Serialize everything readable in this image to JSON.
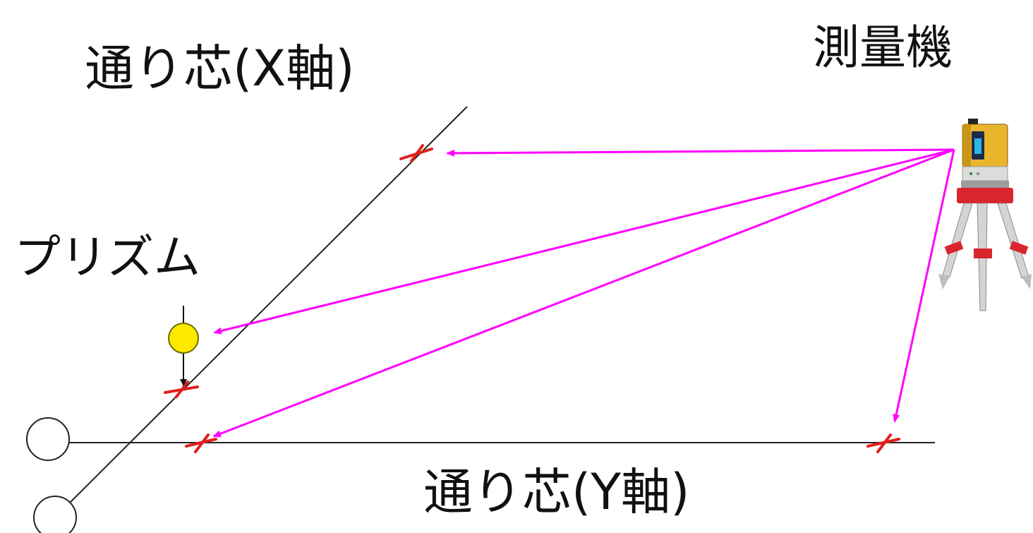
{
  "labels": {
    "x_axis": "通り芯(X軸)",
    "y_axis": "通り芯(Y軸)",
    "instrument": "測量機",
    "prism": "プリズム"
  },
  "colors": {
    "sight_lines": "#ff00ff",
    "marks": "#e0201c",
    "grid_lines": "#222222",
    "prism": "#ffe800",
    "tripod_red": "#d9262c",
    "instrument_body": "#e9b52c"
  },
  "icons": {
    "instrument": "total-station-on-tripod-icon",
    "prism": "prism-target-icon",
    "x_axis_end": "grid-line-bubble-icon",
    "y_axis_end": "grid-line-bubble-icon"
  }
}
